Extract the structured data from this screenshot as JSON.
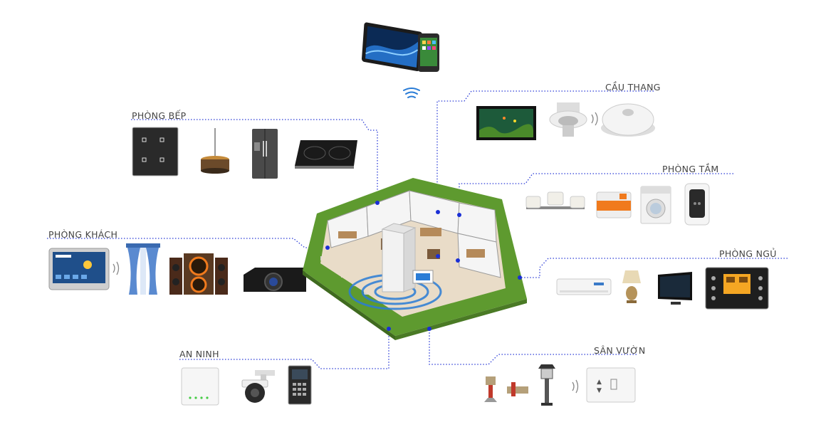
{
  "rooms": {
    "kitchen": "PHÒNG BẾP",
    "stairs": "CẦU THANG",
    "bathroom": "PHÒNG TẮM",
    "living_room": "PHÒNG KHÁCH",
    "bedroom": "PHÒNG NGỦ",
    "security": "AN NINH",
    "garden": "SÂN VƯỜN"
  },
  "colors": {
    "connector": "#2a3bd6",
    "lawn": "#5e9a2f",
    "wifi": "#2a7cd6",
    "accent_orange": "#f07a1d"
  },
  "devices": {
    "top": [
      "tablet-icon",
      "smartphone-icon",
      "wifi-icon"
    ],
    "kitchen": [
      "touch-switch-icon",
      "pendant-lamp-icon",
      "refrigerator-icon",
      "induction-cooktop-icon"
    ],
    "stairs": [
      "aquarium-icon",
      "downlight-icon",
      "motion-sensor-icon"
    ],
    "bathroom": [
      "wall-lights-icon",
      "water-heater-icon",
      "washing-machine-icon",
      "smart-plug-icon"
    ],
    "living_room": [
      "control-panel-icon",
      "curtain-icon",
      "speaker-system-icon",
      "projector-icon"
    ],
    "bedroom": [
      "air-conditioner-icon",
      "table-lamp-icon",
      "television-icon",
      "thermostat-panel-icon"
    ],
    "security": [
      "security-hub-icon",
      "ptz-camera-icon",
      "door-keypad-icon"
    ],
    "garden": [
      "sprinkler-icon",
      "garden-light-icon",
      "garden-switch-icon"
    ]
  }
}
